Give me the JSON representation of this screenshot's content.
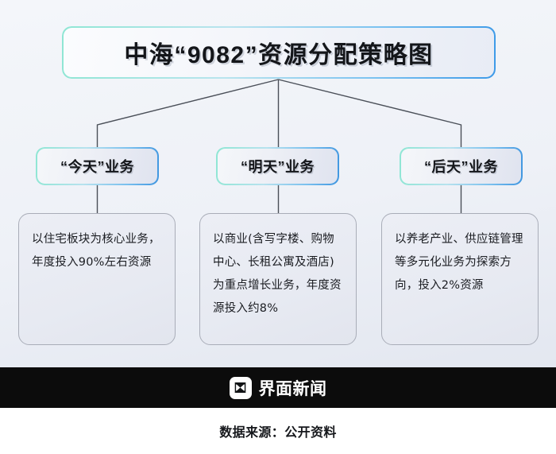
{
  "header": {
    "title": "中海“9082”资源分配策略图"
  },
  "tiers": [
    {
      "label": "“今天”业务",
      "detail": "以住宅板块为核心业务，年度投入90%左右资源"
    },
    {
      "label": "“明天”业务",
      "detail": "以商业(含写字楼、购物中心、长租公寓及酒店)为重点增长业务，年度资源投入约8%"
    },
    {
      "label": "“后天”业务",
      "detail": "以养老产业、供应链管理等多元化业务为探索方向，投入2%资源"
    }
  ],
  "footer": {
    "brand_name": "界面新闻",
    "brand_logo_icon": "jiemian-ribbon-icon",
    "source": "数据来源：公开资料"
  },
  "colors": {
    "background": "#f2f4f9",
    "band": "#0c0c0c",
    "border_gradient_start": "#8fe6d4",
    "border_gradient_end": "#3d9ae8",
    "card_border": "#a9adb8",
    "connector": "#4a4f58"
  }
}
